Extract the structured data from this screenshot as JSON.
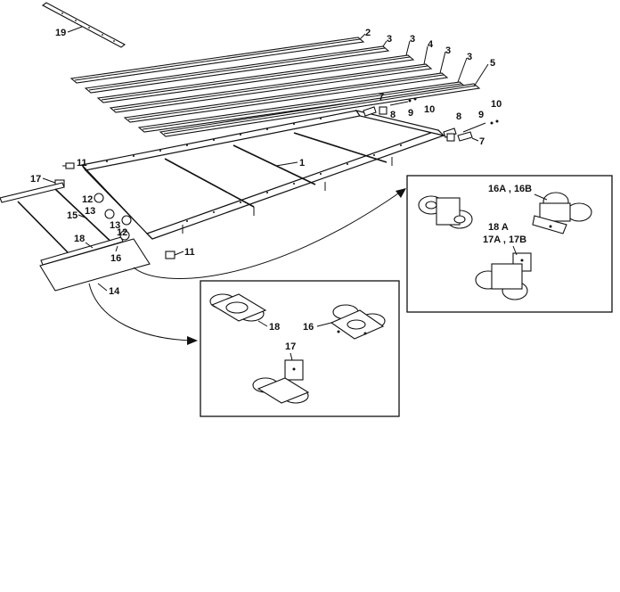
{
  "labels": {
    "n1": "1",
    "n2": "2",
    "n3": "3",
    "n4": "4",
    "n5": "5",
    "n7": "7",
    "n8": "8",
    "n9": "9",
    "n10": "10",
    "n11": "11",
    "n12": "12",
    "n13": "13",
    "n14": "14",
    "n15": "15",
    "n16": "16",
    "n17": "17",
    "n18": "18",
    "n19": "19",
    "n16a16b": "16A , 16B",
    "n18a": "18 A",
    "n17a17b": "17A , 17B"
  }
}
